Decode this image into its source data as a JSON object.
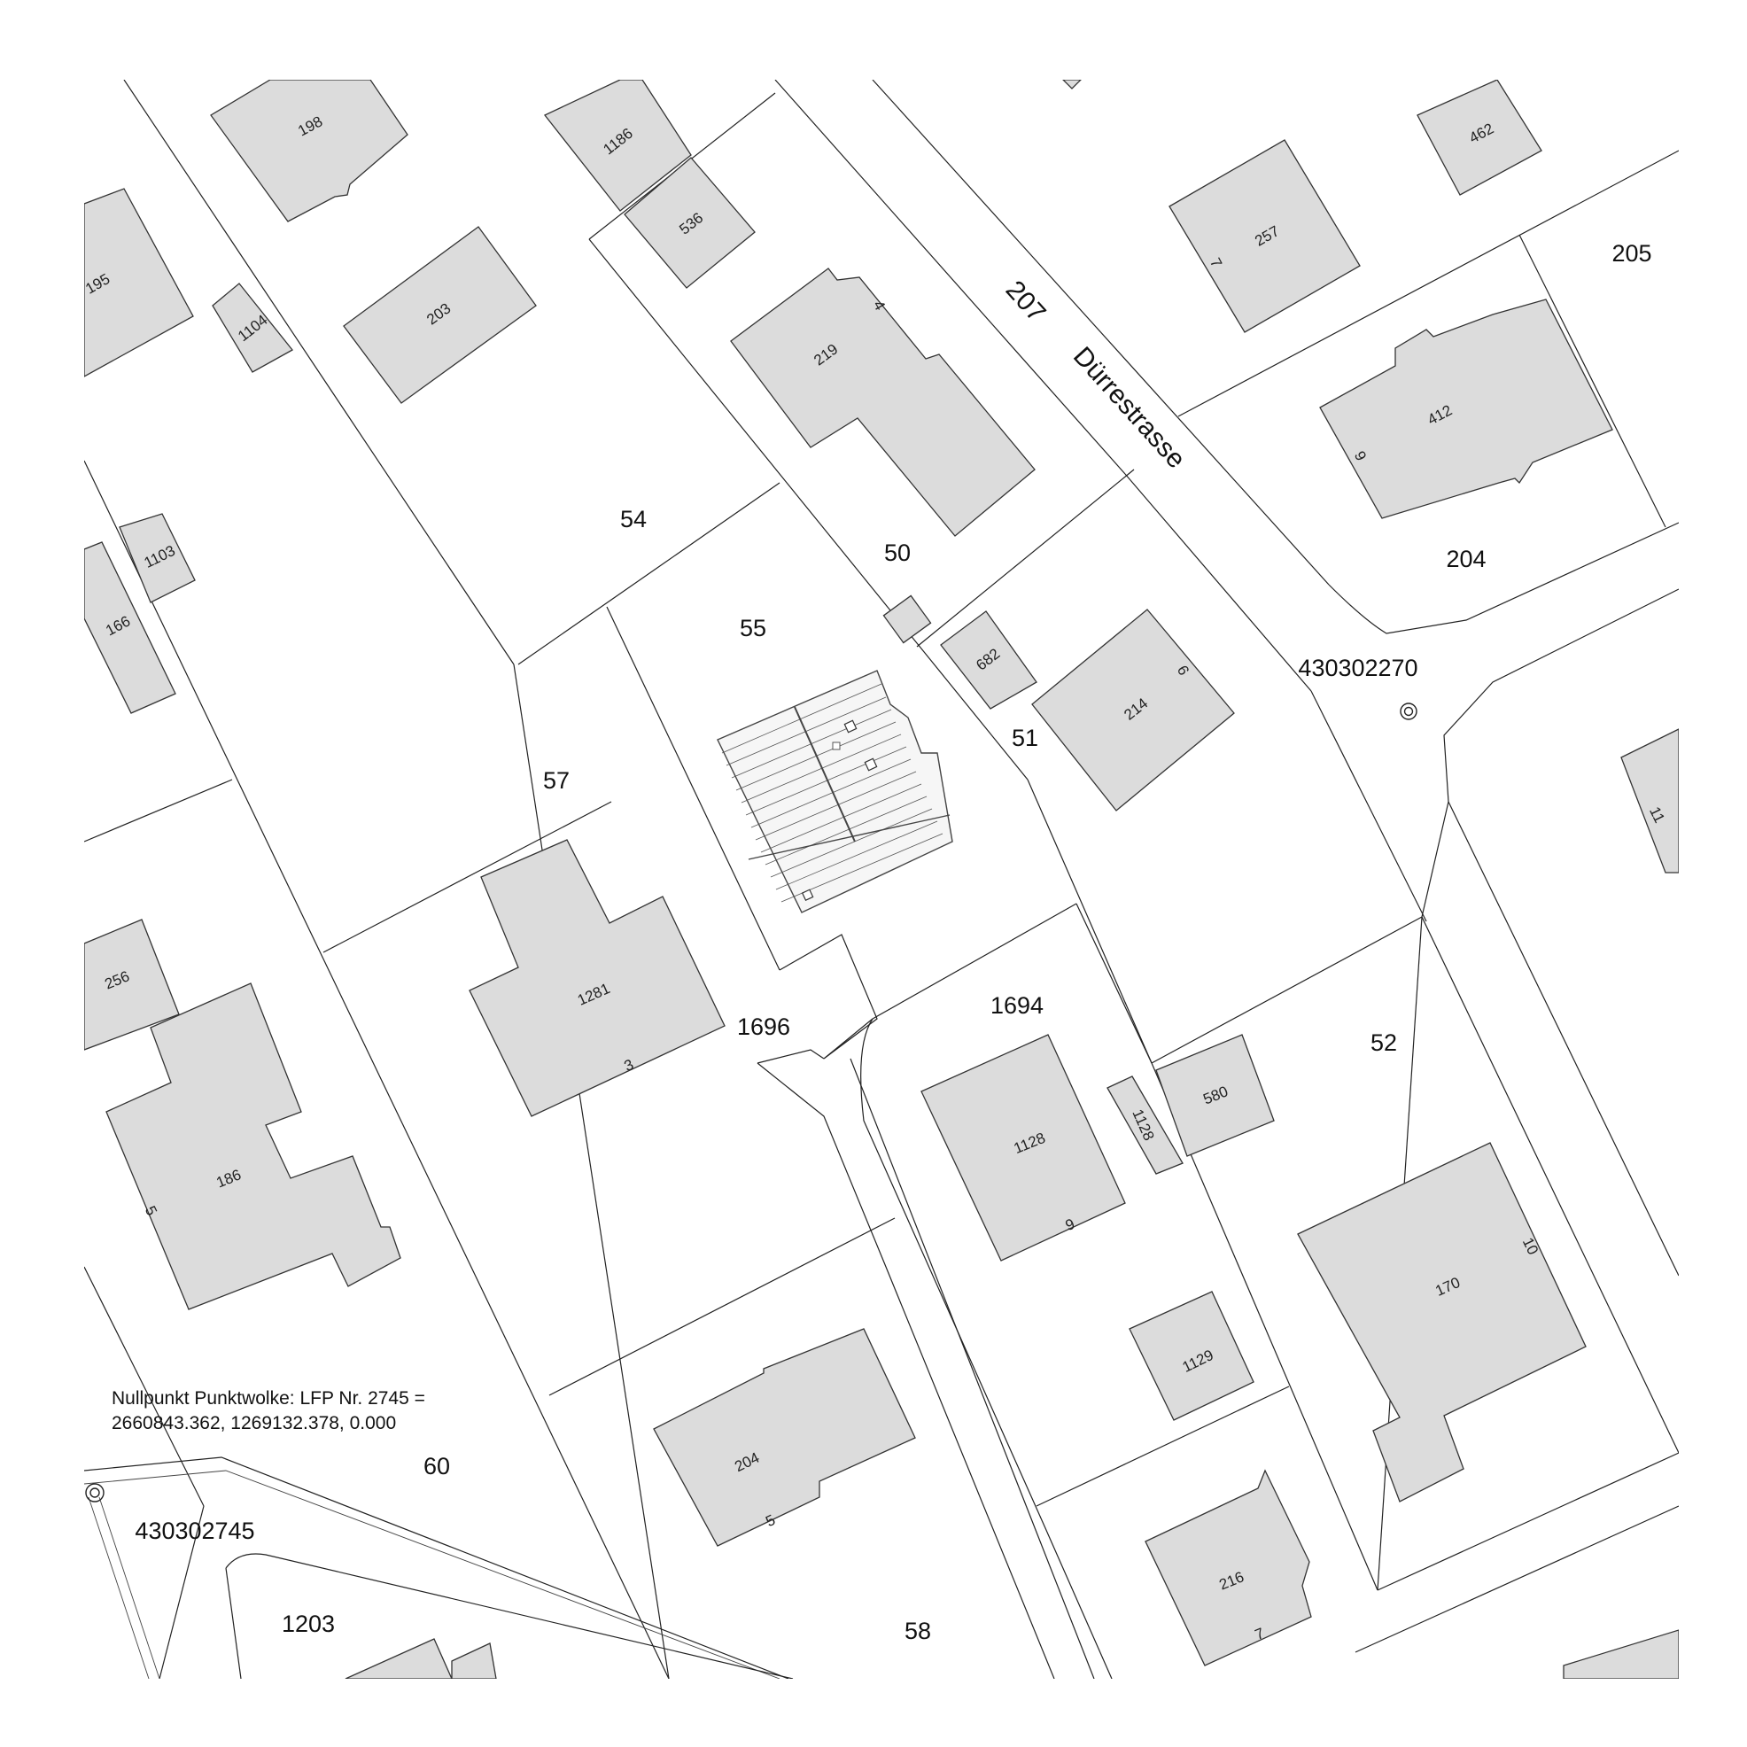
{
  "street": {
    "name": "Dürrestrasse",
    "parcel": "207"
  },
  "note": {
    "line1": "Nullpunkt Punktwolke: LFP Nr. 2745 =",
    "line2": "2660843.362, 1269132.378, 0.000"
  },
  "control_points": [
    {
      "id": "cp-1",
      "label": "430302270"
    },
    {
      "id": "cp-2",
      "label": "430302745"
    }
  ],
  "parcels": [
    "205",
    "54",
    "50",
    "55",
    "204",
    "51",
    "57",
    "1694",
    "1696",
    "52",
    "60",
    "1203",
    "58"
  ],
  "buildings": [
    "198",
    "1186",
    "536",
    "462",
    "257",
    "195",
    "1104",
    "203",
    "219",
    "412",
    "1103",
    "166",
    "682",
    "214",
    "11",
    "256",
    "1281",
    "186",
    "1128",
    "1128",
    "580",
    "170",
    "1129",
    "204",
    "216"
  ],
  "house_numbers": [
    "4",
    "7",
    "9",
    "6",
    "3",
    "5",
    "9",
    "10",
    "5",
    "7"
  ]
}
